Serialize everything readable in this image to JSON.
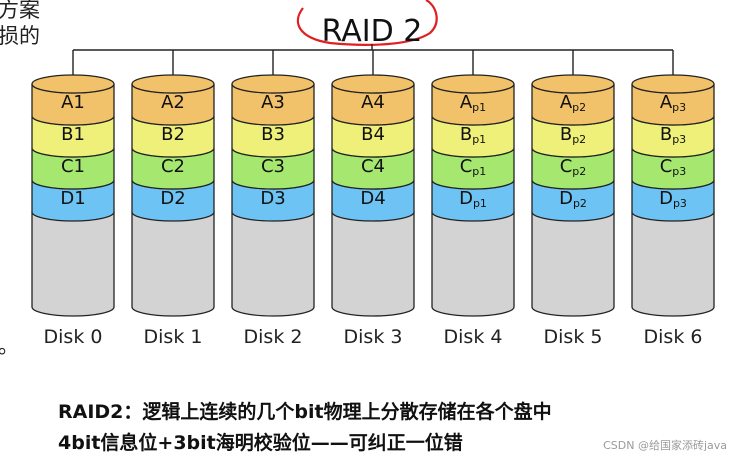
{
  "clipped_text": {
    "line1": "方案",
    "line2": "损的",
    "line3": "。"
  },
  "title": "RAID 2",
  "colors": {
    "a": "#f2c26b",
    "b": "#eef07a",
    "c": "#a6e86f",
    "d": "#6cc3f4",
    "body": "#d3d3d3",
    "stroke": "#222222",
    "annotation": "#e02020"
  },
  "disks": [
    {
      "label": "Disk 0",
      "segments": [
        {
          "main": "A1",
          "sub": ""
        },
        {
          "main": "B1",
          "sub": ""
        },
        {
          "main": "C1",
          "sub": ""
        },
        {
          "main": "D1",
          "sub": ""
        }
      ]
    },
    {
      "label": "Disk 1",
      "segments": [
        {
          "main": "A2",
          "sub": ""
        },
        {
          "main": "B2",
          "sub": ""
        },
        {
          "main": "C2",
          "sub": ""
        },
        {
          "main": "D2",
          "sub": ""
        }
      ]
    },
    {
      "label": "Disk 2",
      "segments": [
        {
          "main": "A3",
          "sub": ""
        },
        {
          "main": "B3",
          "sub": ""
        },
        {
          "main": "C3",
          "sub": ""
        },
        {
          "main": "D3",
          "sub": ""
        }
      ]
    },
    {
      "label": "Disk 3",
      "segments": [
        {
          "main": "A4",
          "sub": ""
        },
        {
          "main": "B4",
          "sub": ""
        },
        {
          "main": "C4",
          "sub": ""
        },
        {
          "main": "D4",
          "sub": ""
        }
      ]
    },
    {
      "label": "Disk 4",
      "segments": [
        {
          "main": "A",
          "sub": "p1"
        },
        {
          "main": "B",
          "sub": "p1"
        },
        {
          "main": "C",
          "sub": "p1"
        },
        {
          "main": "D",
          "sub": "p1"
        }
      ]
    },
    {
      "label": "Disk 5",
      "segments": [
        {
          "main": "A",
          "sub": "p2"
        },
        {
          "main": "B",
          "sub": "p2"
        },
        {
          "main": "C",
          "sub": "p2"
        },
        {
          "main": "D",
          "sub": "p2"
        }
      ]
    },
    {
      "label": "Disk 6",
      "segments": [
        {
          "main": "A",
          "sub": "p3"
        },
        {
          "main": "B",
          "sub": "p3"
        },
        {
          "main": "C",
          "sub": "p3"
        },
        {
          "main": "D",
          "sub": "p3"
        }
      ]
    }
  ],
  "caption": {
    "line1": "RAID2：逻辑上连续的几个bit物理上分散存储在各个盘中",
    "line2": "4bit信息位+3bit海明校验位——可纠正一位错"
  },
  "watermark": "CSDN @给国家添砖java"
}
